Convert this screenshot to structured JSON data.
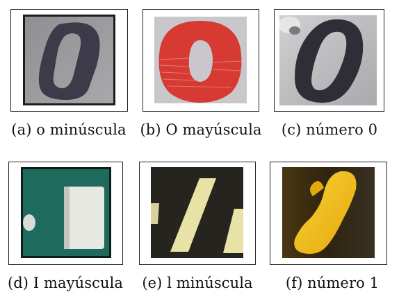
{
  "figure": {
    "panels": [
      {
        "id": "a",
        "caption": "(a) o minúscula"
      },
      {
        "id": "b",
        "caption": "(b) O mayúscula"
      },
      {
        "id": "c",
        "caption": "(c) número 0"
      },
      {
        "id": "d",
        "caption": "(d) I mayúscula"
      },
      {
        "id": "e",
        "caption": "(e) l minúscula"
      },
      {
        "id": "f",
        "caption": "(f) número 1"
      }
    ],
    "colors": {
      "frame": "#222222",
      "panel_a_bg": "#9a9a9c",
      "panel_a_glyph": "#3d3a4a",
      "panel_b_bg": "#c9c7cc",
      "panel_b_glyph": "#d63a32",
      "panel_c_bg": "#bdbdc0",
      "panel_c_glyph": "#2e2f36",
      "panel_d_bg": "#1e6a5c",
      "panel_d_glyph": "#e8e8e2",
      "panel_e_bg": "#26241e",
      "panel_e_glyph": "#e8e2a6",
      "panel_f_bg": "#3d2c10",
      "panel_f_glyph": "#f2c21a"
    }
  }
}
